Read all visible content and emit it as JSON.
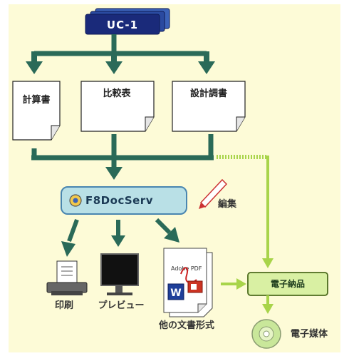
{
  "diagram": {
    "source": {
      "label": "UC-1"
    },
    "documents": [
      {
        "label": "計算書"
      },
      {
        "label": "比較表"
      },
      {
        "label": "設計調書"
      }
    ],
    "server": {
      "label": "F8DocServ"
    },
    "edit_label": "編集",
    "outputs": {
      "print": "印刷",
      "preview": "プレビュー",
      "other_formats": "他の文書形式",
      "pdf_logo_text": "Adobe PDF",
      "word_logo_text": "W"
    },
    "electronic_delivery": "電子納品",
    "electronic_media": "電子媒体",
    "colors": {
      "background": "#fdfbd7",
      "dark_arrow": "#2a6a58",
      "light_arrow": "#a8d44a",
      "uc_box": "#1a2a7a",
      "server_box": "#b9e0e6",
      "delivery_box": "#d9f0a3"
    }
  }
}
